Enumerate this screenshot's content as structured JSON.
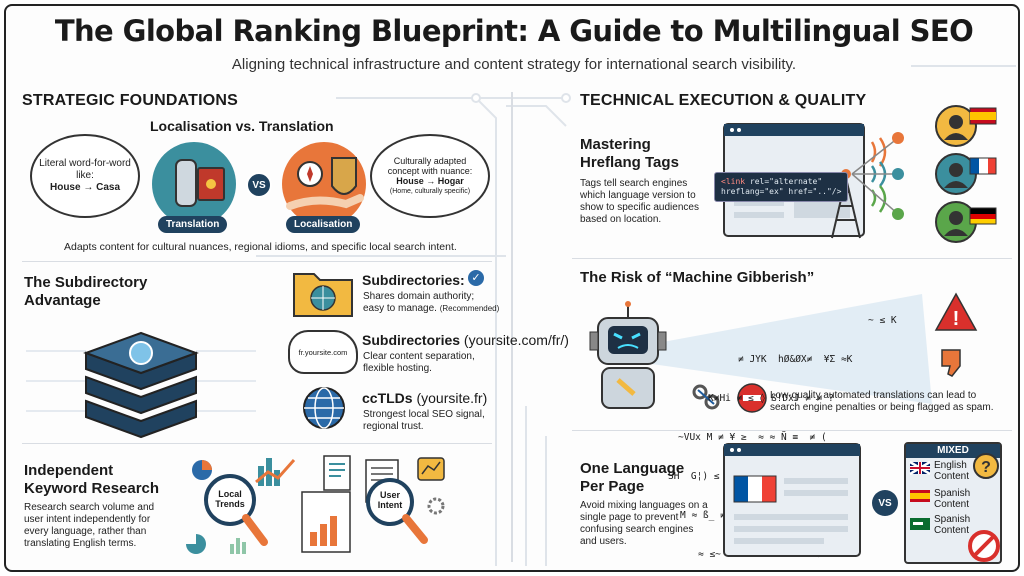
{
  "title": "The Global Ranking Blueprint: A Guide to Multilingual SEO",
  "subtitle": "Aligning technical infrastructure and content strategy for international search visibility.",
  "left": {
    "section_title": "STRATEGIC FOUNDATIONS",
    "localisation": {
      "heading": "Localisation vs. Translation",
      "literal_bubble": {
        "line1": "Literal word-for-word",
        "line2": "like:",
        "example": "House → Casa"
      },
      "adapted_bubble": {
        "line1": "Culturally adapted",
        "line2": "concept with nuance:",
        "example": "House → Hogar",
        "note": "(Home, culturally specific)"
      },
      "translation_label": "Translation",
      "vs_label": "VS",
      "localisation_label": "Localisation",
      "caption": "Adapts content for cultural nuances, regional idioms, and specific local search intent."
    },
    "subdirectory": {
      "heading_line1": "The Subdirectory",
      "heading_line2": "Advantage",
      "options": [
        {
          "title": "Subdirectories:",
          "desc1": "Shares domain authority;",
          "desc2": "easy to manage.",
          "note": "(Recommended)"
        },
        {
          "title": "Subdirectories",
          "title_suffix": "(yoursite.com/fr/)",
          "desc1": "Clear content separation,",
          "desc2": "flexible hosting.",
          "cloud_text": "fr.yoursite.com"
        },
        {
          "title": "ccTLDs",
          "title_suffix": "(yoursite.fr)",
          "desc1": "Strongest local SEO signal,",
          "desc2": "regional trust."
        }
      ]
    },
    "keyword": {
      "heading_line1": "Independent",
      "heading_line2": "Keyword Research",
      "desc": [
        "Research search volume and",
        "user intent independently for",
        "every language, rather than",
        "translating English terms."
      ],
      "lens1": [
        "Local",
        "Trends"
      ],
      "lens2": [
        "User",
        "Intent"
      ]
    }
  },
  "right": {
    "section_title": "TECHNICAL EXECUTION & QUALITY",
    "hreflang": {
      "heading_line1": "Mastering",
      "heading_line2": "Hreflang Tags",
      "desc": [
        "Tags tell search engines",
        "which language version to",
        "show to specific audiences",
        "based on location."
      ],
      "code_line1_a": "<link",
      "code_line1_b": " rel=\"alternate\"",
      "code_line2": "hreflang=\"ex\" href=\"..\"/>"
    },
    "gibberish": {
      "heading": "The Risk of “Machine Gibberish”",
      "desc1": "Low-quality automated translations can lead to",
      "desc2": "search engine penalties or being flagged as spam.",
      "glyphs": [
        "~ ≤ K",
        "≠ JYK  hØ&ØX≠  ¥Σ ≈K",
        "K≠Hi ≠ ≤ ◊ ß!DxJ ≠ ≠ ?",
        "~VUx M ≠ ¥ ≥  ≈ ≈ Ñ ≡  ≠ (",
        "SH  G¦) ≤ ≥ ¬ ≈DUA  HQ Æ8¥  ≠ow",
        "M ≈ ß_ ≠ Σ K  ¥  Xκ≠≈  ≥",
        "≈ ≤~  ≠ DU   ≈  ≈ ≠  Ø  ≈"
      ]
    },
    "onelang": {
      "heading_line1": "One Language",
      "heading_line2": "Per Page",
      "desc": [
        "Avoid mixing languages on a",
        "single page to prevent",
        "confusing search engines",
        "and users."
      ],
      "vs_label": "VS",
      "mixed_label": "MIXED",
      "mixed_items": [
        [
          "English",
          "Content"
        ],
        [
          "Spanish",
          "Content"
        ],
        [
          "Spanish",
          "Content"
        ]
      ]
    }
  },
  "colors": {
    "navy": "#20425f",
    "teal": "#3b8f9e",
    "orange": "#e8763a",
    "red": "#d9302c",
    "folder": "#f2b941",
    "check": "#2b6aa8"
  }
}
